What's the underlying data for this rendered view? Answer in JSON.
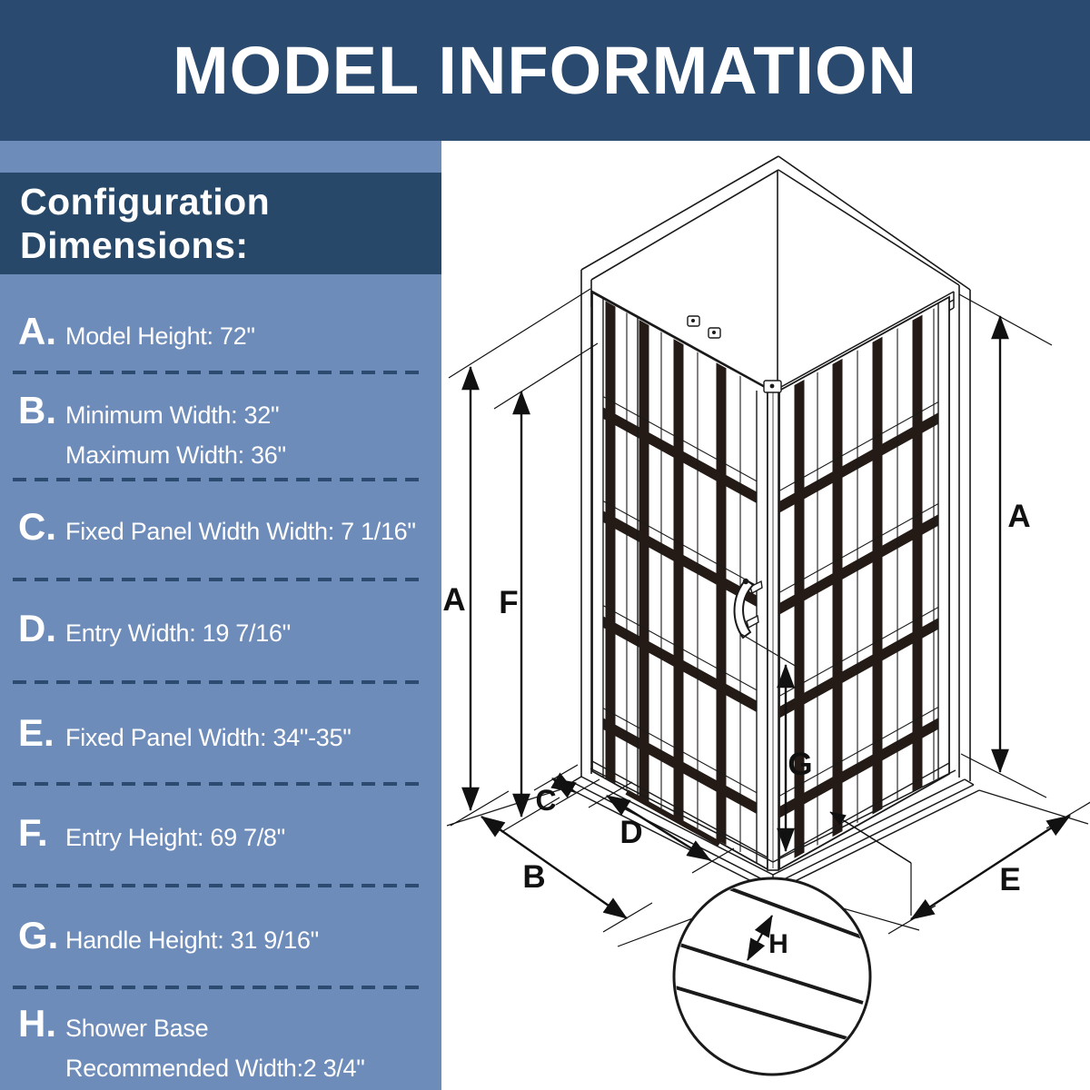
{
  "header": {
    "title": "MODEL INFORMATION"
  },
  "sidebar": {
    "title": {
      "line1": "Configuration",
      "line2": "Dimensions:"
    },
    "items": [
      {
        "letter": "A.",
        "line1": "Model Height: 72\"",
        "line2": ""
      },
      {
        "letter": "B.",
        "line1": "Minimum Width: 32\"",
        "line2": "Maximum Width: 36\""
      },
      {
        "letter": "C.",
        "line1": "Fixed Panel Width Width: 7 1/16\"",
        "line2": ""
      },
      {
        "letter": "D.",
        "line1": "Entry Width: 19 7/16\"",
        "line2": ""
      },
      {
        "letter": "E.",
        "line1": "Fixed Panel Width: 34\"-35\"",
        "line2": ""
      },
      {
        "letter": "F.",
        "line1": "Entry Height: 69 7/8\"",
        "line2": ""
      },
      {
        "letter": "G.",
        "line1": "Handle Height: 31 9/16\"",
        "line2": ""
      },
      {
        "letter": "H.",
        "line1": "Shower Base",
        "line2": "Recommended Width:2 3/4\""
      }
    ]
  },
  "diagram": {
    "labels": {
      "a_left": "A",
      "f": "F",
      "a_right": "A",
      "b": "B",
      "c": "C",
      "d": "D",
      "e": "E",
      "g": "G",
      "h": "H"
    }
  },
  "colors": {
    "header_navy": "#2a4a6f",
    "banner_navy": "#274868",
    "sidebar_blue": "#6d8cb9",
    "dash_navy": "#2d4b70",
    "text_white": "#ffffff",
    "line_black": "#1a1a1a"
  }
}
